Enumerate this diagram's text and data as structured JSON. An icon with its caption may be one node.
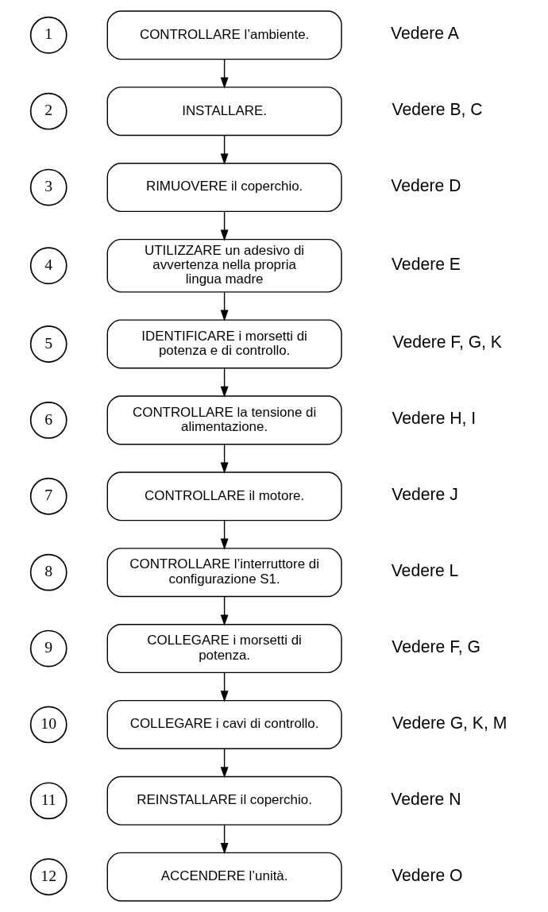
{
  "diagram": {
    "nodes": [
      {
        "text": [
          "1"
        ]
      },
      {
        "text": [
          "CONTROLLARE l’ambiente."
        ],
        "beside": [
          "Vedere A"
        ]
      },
      {
        "text": [
          "2"
        ]
      },
      {
        "text": [
          "INSTALLARE."
        ],
        "beside": [
          "Vedere B, C"
        ]
      },
      {
        "text": [
          "3"
        ]
      },
      {
        "text": [
          "RIMUOVERE il coperchio."
        ],
        "beside": [
          "Vedere D"
        ]
      },
      {
        "text": [
          "4"
        ]
      },
      {
        "text": [
          "UTILIZZARE un adesivo di avvertenza nella propria lingua madre"
        ],
        "beside": [
          "Vedere E"
        ]
      },
      {
        "text": [
          "5"
        ]
      },
      {
        "text": [
          "IDENTIFICARE i morsetti di potenza e di controllo."
        ],
        "beside": [
          "Vedere F, G, K"
        ]
      },
      {
        "text": [
          "6"
        ]
      },
      {
        "text": [
          "CONTROLLARE la tensione di alimentazione."
        ],
        "beside": [
          "Vedere H, I"
        ]
      },
      {
        "text": [
          "7"
        ]
      },
      {
        "text": [
          "CONTROLLARE il motore."
        ],
        "beside": [
          "Vedere J"
        ]
      },
      {
        "text": [
          "8"
        ]
      },
      {
        "text": [
          "CONTROLLARE l’interruttore di configurazione S1."
        ],
        "beside": [
          "Vedere L"
        ]
      },
      {
        "text": [
          "9"
        ]
      },
      {
        "text": [
          "COLLEGARE i morsetti di potenza."
        ],
        "beside": [
          "Vedere F, G"
        ]
      },
      {
        "text": [
          "10"
        ]
      },
      {
        "text": [
          "COLLEGARE i cavi di controllo."
        ],
        "beside": [
          "Vedere G, K, M"
        ]
      },
      {
        "text": [
          "11"
        ]
      },
      {
        "text": [
          "REINSTALLARE il coperchio."
        ],
        "beside": [
          "Vedere N"
        ]
      },
      {
        "text": [
          "12"
        ]
      },
      {
        "text": [
          "ACCENDERE l’unità."
        ],
        "beside": [
          "Vedere O"
        ]
      }
    ],
    "edges": [
      {
        "from": 1,
        "to": 3,
        "arrow": "to"
      },
      {
        "from": 3,
        "to": 5,
        "arrow": "to"
      },
      {
        "from": 5,
        "to": 7,
        "arrow": "to"
      },
      {
        "from": 7,
        "to": 9,
        "arrow": "to"
      },
      {
        "from": 9,
        "to": 11,
        "arrow": "to"
      },
      {
        "from": 11,
        "to": 13,
        "arrow": "to"
      },
      {
        "from": 13,
        "to": 15,
        "arrow": "to"
      },
      {
        "from": 15,
        "to": 17,
        "arrow": "to"
      },
      {
        "from": 17,
        "to": 19,
        "arrow": "to"
      },
      {
        "from": 19,
        "to": 21,
        "arrow": "to"
      },
      {
        "from": 21,
        "to": 23,
        "arrow": "to"
      }
    ]
  }
}
